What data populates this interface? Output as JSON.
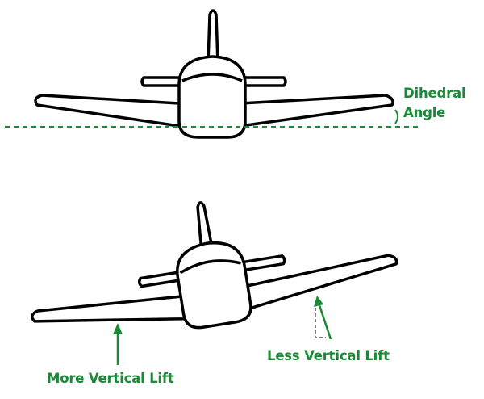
{
  "colors": {
    "accent": "#1a8a37",
    "outline": "#000000",
    "background": "#ffffff"
  },
  "top_diagram": {
    "label_line1": "Dihedral",
    "label_line2": "Angle"
  },
  "bottom_diagram": {
    "more_lift_label": "More Vertical Lift",
    "less_lift_label": "Less Vertical Lift"
  }
}
